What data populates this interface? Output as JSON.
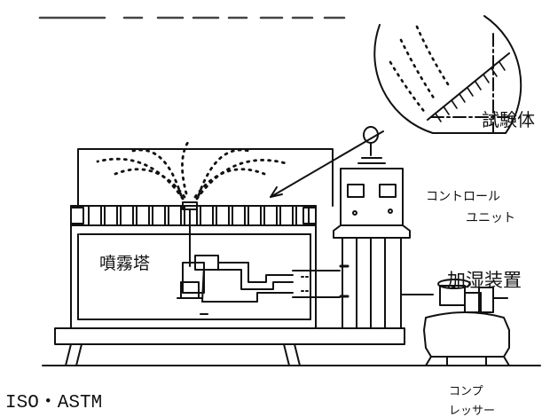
{
  "labels": {
    "specimen": "試験体",
    "control_unit_line1": "コントロール",
    "control_unit_line2": "ユニット",
    "humidifier": "加湿装置",
    "spray_tower": "噴霧塔",
    "compressor_line1": "コンプ",
    "compressor_line2": "レッサー",
    "standard": "ISO・ASTM"
  },
  "colors": {
    "ink": "#111111",
    "paper": "#ffffff"
  }
}
